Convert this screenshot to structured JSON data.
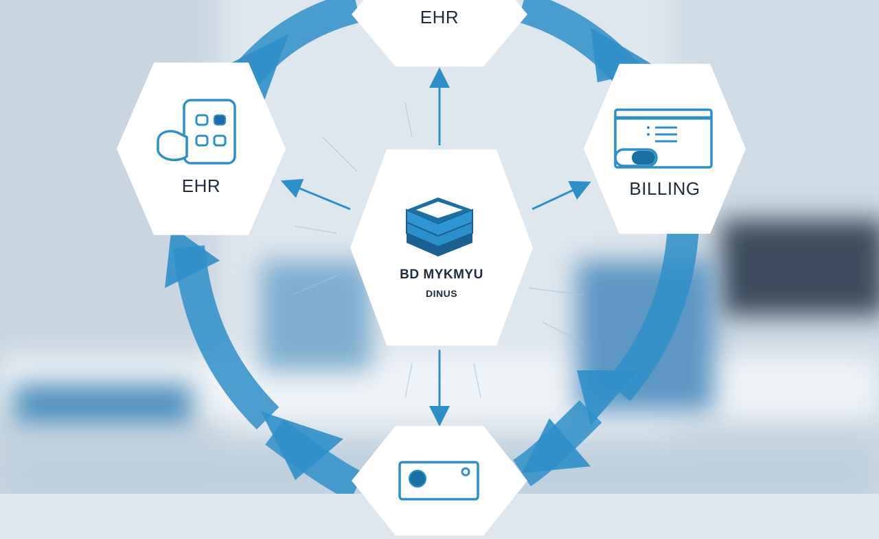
{
  "nodes": {
    "top": {
      "label": "EHR"
    },
    "left": {
      "label": "EHR"
    },
    "right": {
      "label": "BILLING"
    },
    "center": {
      "label_line1": "BD MYKMYU",
      "label_line2": "DINUS"
    }
  },
  "colors": {
    "accent": "#2b8fc9",
    "accent_dark": "#1a6fa3",
    "node_bg": "#ffffff",
    "text": "#1d2b3a"
  },
  "icons": {
    "left": "device-apps-icon",
    "right": "browser-window-icon",
    "center": "database-stack-icon",
    "bottom": "monitor-icon"
  }
}
